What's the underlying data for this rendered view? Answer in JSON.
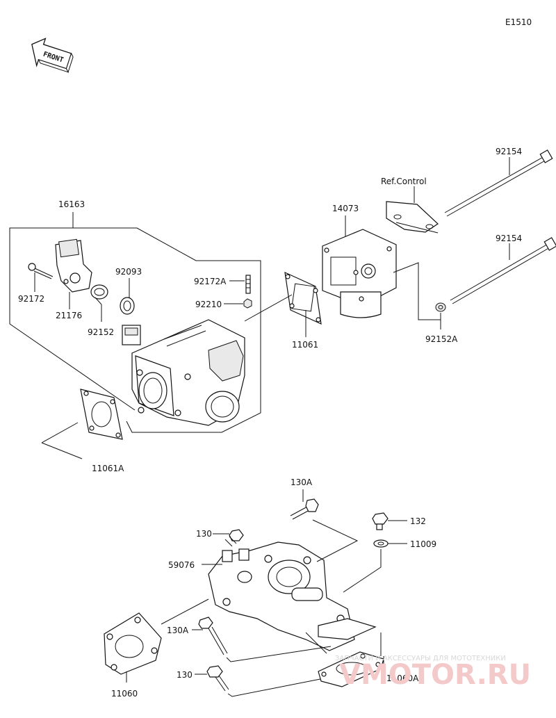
{
  "diagram_id": "E1510",
  "front_label": "FRONT",
  "ref_label": "Ref.Control",
  "parts": {
    "p16163": "16163",
    "p92172": "92172",
    "p21176": "21176",
    "p92152": "92152",
    "p92093": "92093",
    "p92172A": "92172A",
    "p92210": "92210",
    "p14073": "14073",
    "p11061": "11061",
    "p92154a": "92154",
    "p92154b": "92154",
    "p92152A": "92152A",
    "p11061A": "11061A",
    "p130A_top": "130A",
    "p132": "132",
    "p130": "130",
    "p11009": "11009",
    "p59076": "59076",
    "p130A_mid": "130A",
    "p130_low": "130",
    "p11060": "11060",
    "p11060A": "11060A"
  },
  "watermark": {
    "line1": "ЗАПЧАСТИ И АКСЕССУАРЫ ДЛЯ МОТОТЕХНИКИ",
    "line2": "VMOTOR.RU"
  }
}
